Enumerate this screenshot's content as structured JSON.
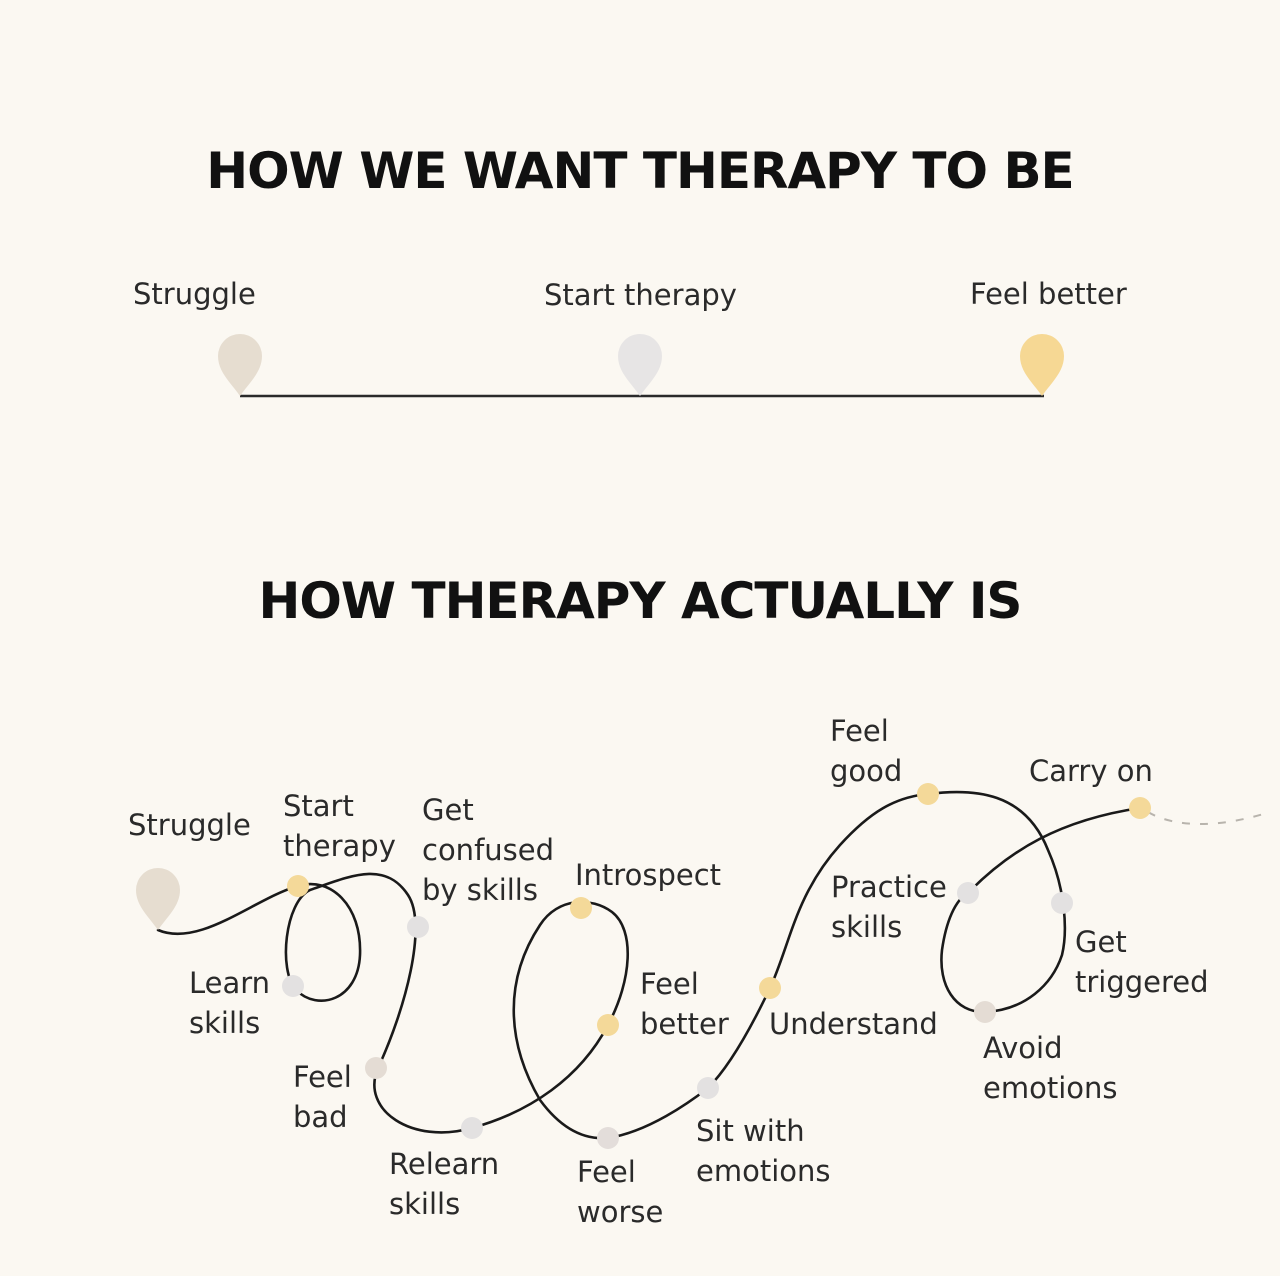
{
  "ideal": {
    "heading": "HOW WE WANT THERAPY TO BE",
    "steps": [
      {
        "label": "Struggle",
        "marker_color": "#e6ddd0"
      },
      {
        "label": "Start therapy",
        "marker_color": "#e7e5e5"
      },
      {
        "label": "Feel better",
        "marker_color": "#f6d894"
      }
    ]
  },
  "actual": {
    "heading": "HOW THERAPY ACTUALLY IS",
    "start": {
      "label": "Struggle",
      "marker_color": "#e6ddd0"
    },
    "steps": [
      {
        "line1": "Start",
        "line2": "therapy",
        "dot_color": "#f4d999"
      },
      {
        "line1": "Learn",
        "line2": "skills",
        "dot_color": "#e3e1e1"
      },
      {
        "line1": "Get",
        "line2": "confused",
        "line3": "by skills",
        "dot_color": "#e3e1e1"
      },
      {
        "line1": "Feel",
        "line2": "bad",
        "dot_color": "#e4dcd4"
      },
      {
        "line1": "Relearn",
        "line2": "skills",
        "dot_color": "#e3e1e1"
      },
      {
        "line1": "Introspect",
        "dot_color": "#f4d999"
      },
      {
        "line1": "Feel",
        "line2": "better",
        "dot_color": "#f4d999"
      },
      {
        "line1": "Feel",
        "line2": "worse",
        "dot_color": "#e3ddda"
      },
      {
        "line1": "Sit with",
        "line2": "emotions",
        "dot_color": "#e3e1e1"
      },
      {
        "line1": "Understand",
        "dot_color": "#f4d999"
      },
      {
        "line1": "Feel",
        "line2": "good",
        "dot_color": "#f4d999"
      },
      {
        "line1": "Practice",
        "line2": "skills",
        "dot_color": "#e3e1e1"
      },
      {
        "line1": "Avoid",
        "line2": "emotions",
        "dot_color": "#e4dcd4"
      },
      {
        "line1": "Get",
        "line2": "triggered",
        "dot_color": "#e3e1e1"
      },
      {
        "line1": "Carry on",
        "dot_color": "#f4d999"
      }
    ]
  },
  "colors": {
    "background": "#fbf8f2",
    "line": "#1a1a1a",
    "text": "#2a2a2a"
  }
}
